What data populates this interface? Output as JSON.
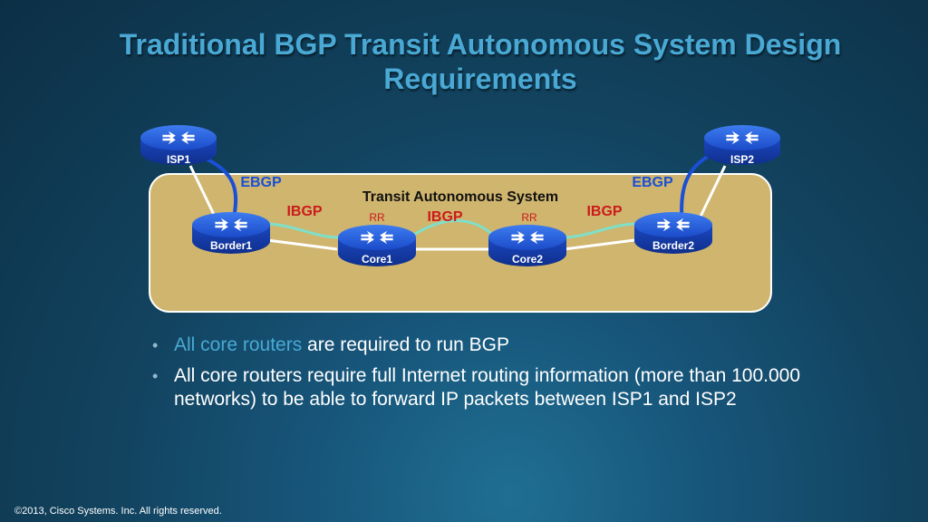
{
  "title": "Traditional BGP Transit Autonomous System Design Requirements",
  "diagram": {
    "as_label": "Transit Autonomous System",
    "routers": {
      "isp1": "ISP1",
      "isp2": "ISP2",
      "border1": "Border1",
      "border2": "Border2",
      "core1": "Core1",
      "core2": "Core2"
    },
    "sessions": {
      "ebgp_left": "EBGP",
      "ebgp_right": "EBGP",
      "ibgp_left": "IBGP",
      "ibgp_middle": "IBGP",
      "ibgp_right": "IBGP"
    },
    "rr_left": "RR",
    "rr_right": "RR",
    "colors": {
      "as_fill": "#cfb56e",
      "router_blue": "#1e4fd0",
      "ebgp": "#1a4fd6",
      "ibgp_text": "#cc1b1b",
      "ibgp_line": "#7ee0c9"
    }
  },
  "bullets": [
    {
      "highlight": "All core routers",
      "text": " are required to run BGP"
    },
    {
      "highlight": "",
      "text": "All core routers require full Internet routing information (more than 100.000 networks) to be able to forward IP packets between ISP1 and ISP2"
    }
  ],
  "copyright": "©2013, Cisco Systems. Inc. All rights reserved."
}
